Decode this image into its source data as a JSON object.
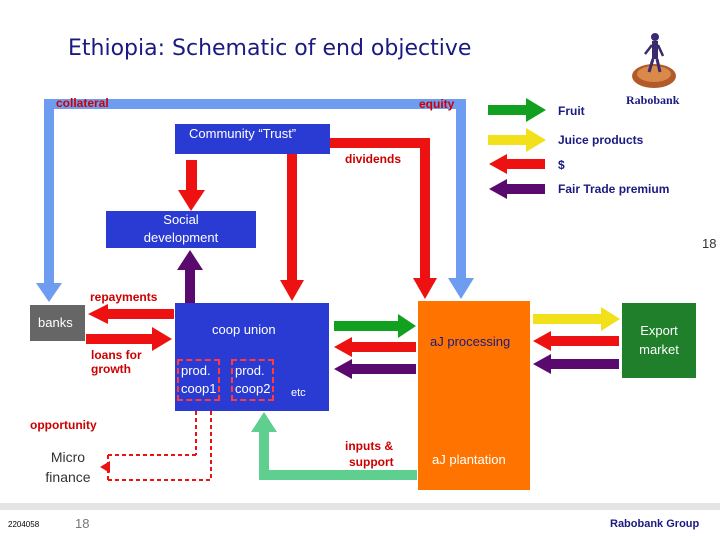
{
  "title": "Ethiopia: Schematic of end objective",
  "labels": {
    "collateral": "collateral",
    "equity": "equity",
    "dividends": "dividends",
    "repayments": "repayments",
    "loans_for_growth_1": "loans for",
    "loans_for_growth_2": "growth",
    "opportunity": "opportunity",
    "etc": "etc",
    "inputs_support_1": "inputs &",
    "inputs_support_2": "support"
  },
  "boxes": {
    "community_trust": "Community “Trust”",
    "social_dev_1": "Social",
    "social_dev_2": "development",
    "banks": "banks",
    "coop_union": "coop union",
    "prod_coop1_a": "prod.",
    "prod_coop1_b": "coop1",
    "prod_coop2_a": "prod.",
    "prod_coop2_b": "coop2",
    "aj_processing": "aJ processing",
    "aj_plantation": "aJ plantation",
    "export_1": "Export",
    "export_2": "market",
    "micro_1": "Micro",
    "micro_2": "finance"
  },
  "legend": [
    {
      "label": "Fruit",
      "color": "#11a01f"
    },
    {
      "label": "Juice products",
      "color": "#f2e01a"
    },
    {
      "label": "$",
      "color": "#ee1111"
    },
    {
      "label": "Fair Trade premium",
      "color": "#5a0a6e"
    }
  ],
  "colors": {
    "blue_box": "#2a3bd4",
    "orange": "#ff7400",
    "export_green": "#1f7f2a",
    "light_blue_arrow": "#6e9cf0",
    "mint_arrow": "#5fcf8f"
  },
  "footer": {
    "code": "2204058",
    "page": "18",
    "brand": "Rabobank Group"
  },
  "slide_number": "18",
  "logo_text": "Rabobank"
}
